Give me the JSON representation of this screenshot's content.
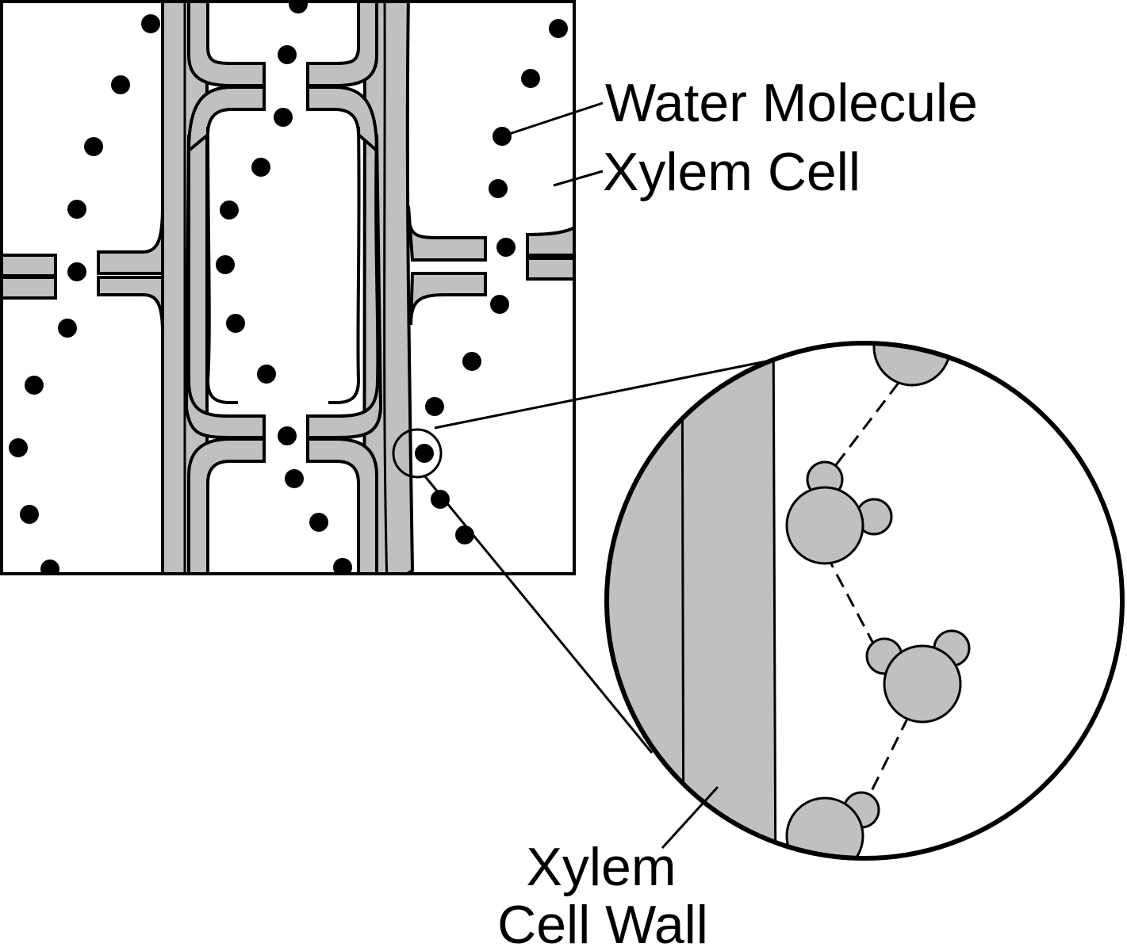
{
  "labels": {
    "water_molecule": "Water Molecule",
    "xylem_cell": "Xylem Cell",
    "xylem_cell_wall_line1": "Xylem",
    "xylem_cell_wall_line2": "Cell Wall"
  },
  "colors": {
    "wall_fill": "#c0c0c0",
    "outline": "#000000",
    "background": "#ffffff"
  }
}
